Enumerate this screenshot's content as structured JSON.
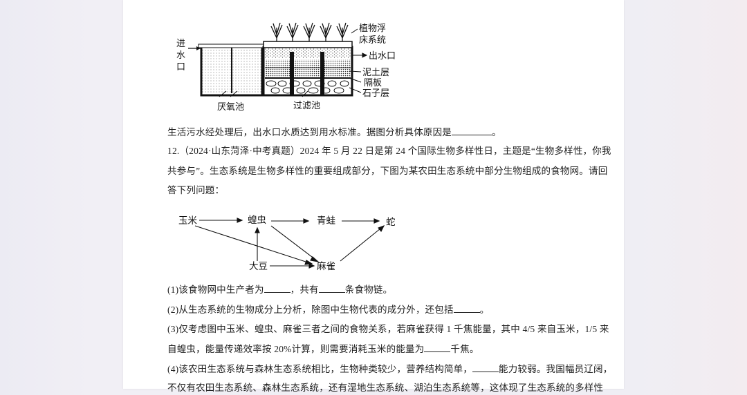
{
  "apparatus": {
    "inlet_label": [
      "进",
      "水",
      "口"
    ],
    "anaerobic_label": "厌氧池",
    "filter_label": "过滤池",
    "plant_label": [
      "植物浮",
      "床系统"
    ],
    "outlet_label": "出水口",
    "mud_label": "泥土层",
    "partition_label": "隔板",
    "stone_label": "石子层"
  },
  "q11_tail": "生活污水经处理后，出水口水质达到用水标准。据图分析具体原因是",
  "q11_tail_end": "。",
  "q12": {
    "line1": "12.（2024·山东菏泽·中考真题）2024 年 5 月 22 日是第 24 个国际生物多样性日，主题是“生物多样性，你我",
    "line2": "共参与”。生态系统是生物多样性的重要组成部分，下图为某农田生态系统中部分生物组成的食物网。请回",
    "line3": "答下列问题："
  },
  "foodweb": {
    "corn": "玉米",
    "locust": "蝗虫",
    "frog": "青蛙",
    "snake": "蛇",
    "soybean": "大豆",
    "sparrow": "麻雀"
  },
  "subq": {
    "s1_a": "(1)该食物网中生产者为",
    "s1_b": "，共有",
    "s1_c": "条食物链。",
    "s2_a": "(2)从生态系统的生物成分上分析，除图中生物代表的成分外，还包括",
    "s2_b": "。",
    "s3_line1": "(3)仅考虑图中玉米、蝗虫、麻雀三者之间的食物关系，若麻雀获得 1 千焦能量，其中 4/5 来自玉米，1/5 来",
    "s3_line2_a": "自蝗虫，能量传递效率按 20%计算，则需要消耗玉米的能量为",
    "s3_line2_b": "千焦。",
    "s4_a": "(4)该农田生态系统与森林生态系统相比，生物种类较少，营养结构简单，",
    "s4_b": "能力较弱。我国幅员辽阔，",
    "s4_line2": "不仅有农田生态系统、森林生态系统，还有湿地生态系统、湖泊生态系统等，这体现了生态系统的多样性"
  }
}
